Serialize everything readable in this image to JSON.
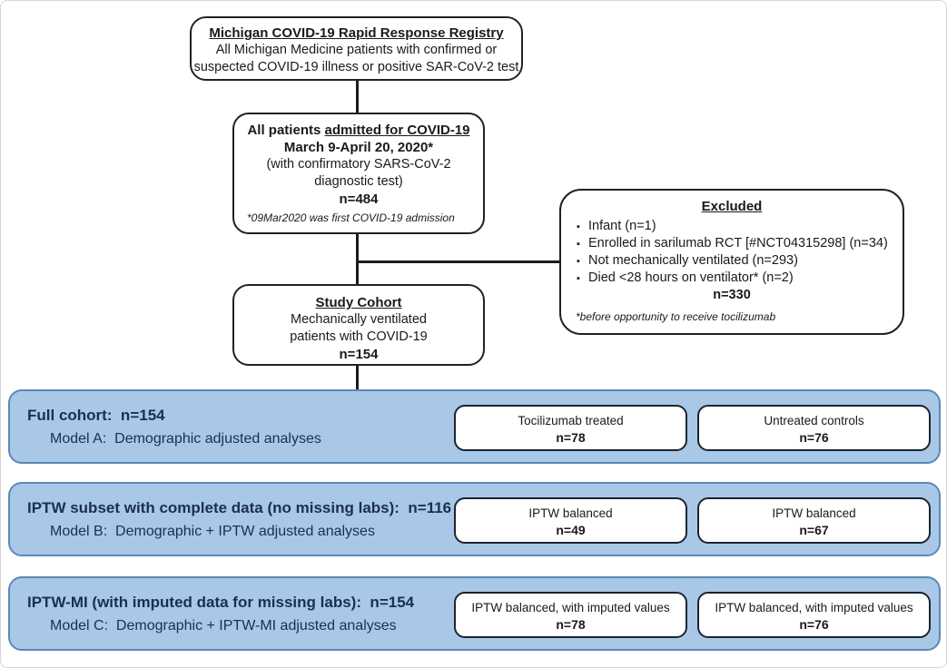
{
  "registry_box": {
    "title": "Michigan COVID-19 Rapid Response Registry",
    "line1": "All Michigan Medicine patients with confirmed or",
    "line2": "suspected COVID-19 illness or positive SAR-CoV-2 test"
  },
  "admitted_box": {
    "title_plain": "All patients ",
    "title_underlined": "admitted for COVID-19",
    "line2": "March 9-April 20, 2020*",
    "line3": "(with confirmatory SARS-CoV-2",
    "line4": "diagnostic test)",
    "n": "n=484",
    "footnote": "*09Mar2020 was first COVID-19 admission"
  },
  "excluded_box": {
    "title": "Excluded",
    "bullets": [
      "Infant (n=1)",
      "Enrolled in sarilumab RCT [#NCT04315298] (n=34)",
      "Not mechanically ventilated (n=293)",
      "Died <28 hours on ventilator* (n=2)"
    ],
    "n": "n=330",
    "footnote": "*before opportunity to receive tocilizumab"
  },
  "cohort_box": {
    "title": "Study Cohort",
    "line1": "Mechanically ventilated",
    "line2": "patients with COVID-19",
    "n": "n=154"
  },
  "bands": [
    {
      "heading": "Full cohort:  n=154",
      "subheading": "Model A:  Demographic adjusted analyses",
      "left_box": {
        "label": "Tocilizumab treated",
        "n": "n=78"
      },
      "right_box": {
        "label": "Untreated controls",
        "n": "n=76"
      }
    },
    {
      "heading": "IPTW subset with complete data (no missing labs):  n=116",
      "subheading": "Model B:  Demographic + IPTW adjusted analyses",
      "left_box": {
        "label": "IPTW balanced",
        "n": "n=49"
      },
      "right_box": {
        "label": "IPTW balanced",
        "n": "n=67"
      }
    },
    {
      "heading": "IPTW-MI (with imputed data for missing labs):  n=154",
      "subheading": "Model C:  Demographic + IPTW-MI adjusted analyses",
      "left_box": {
        "label": "IPTW balanced, with imputed values",
        "n": "n=78"
      },
      "right_box": {
        "label": "IPTW balanced, with imputed values",
        "n": "n=76"
      }
    }
  ],
  "colors": {
    "band_fill": "#a9c8e8",
    "band_border": "#5b89b6",
    "band_text": "#1b2f4f",
    "box_border": "#222222"
  }
}
